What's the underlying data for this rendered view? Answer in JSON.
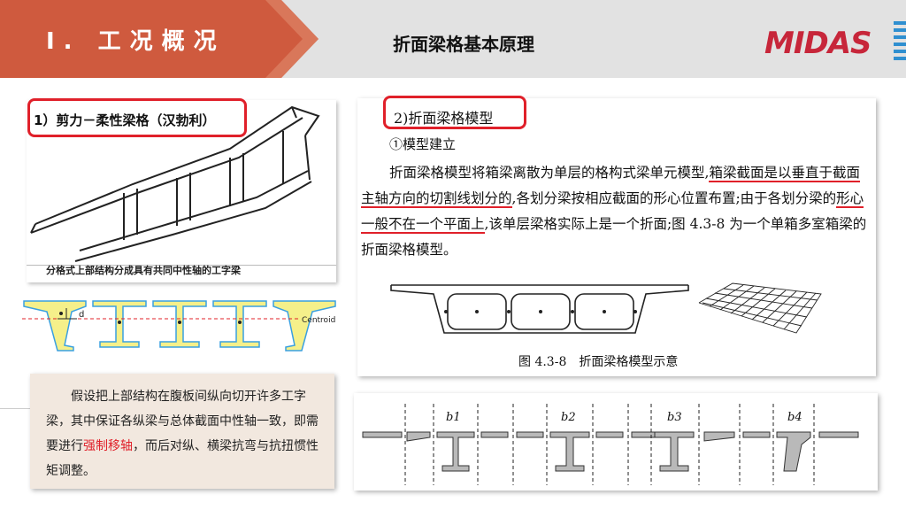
{
  "header": {
    "section": "I. 工况概况",
    "title": "折面梁格基本原理",
    "logo": "MIDAS",
    "colors": {
      "band": "#cf5a3e",
      "band_light": "#e08a6e",
      "header_bg": "#e2e2e2",
      "accent_red": "#e0202a",
      "logo_blue": "#2f8fd0"
    }
  },
  "card1": {
    "label": "1）剪力－柔性梁格（汉勃利）",
    "caption": "分格式上部结构分成具有共同中性轴的工字梁"
  },
  "section_diagram": {
    "dim_label": "d",
    "centroid_label": "Centroid"
  },
  "textcard": {
    "part1": "假设把上部结构在腹板间纵向切开许多工字梁，其中保证各纵梁与总体截面中性轴一致，即需要进行",
    "highlight": "强制移轴",
    "part2": "，而后对纵、横梁抗弯与抗扭惯性矩调整。"
  },
  "card2": {
    "label": "2)折面梁格模型",
    "sub": "①模型建立",
    "p1": "折面梁格模型将箱梁离散为单层的格构式梁单元模型,",
    "p2_ul": "箱梁截面是以垂直于截面主轴方向的切割线划分的",
    "p3": ",各划分梁按相应截面的形心位置布置;由于各划分梁的",
    "p4_ul": "形心一般不在一个平面上",
    "p5": ",该单层梁格实际上是一个折面;图 4.3-8 为一个单箱多室箱梁的折面梁格模型。",
    "fig_caption": "图 4.3-8　折面梁格模型示意"
  },
  "card3": {
    "labels": [
      "b1",
      "b2",
      "b3",
      "b4"
    ]
  }
}
